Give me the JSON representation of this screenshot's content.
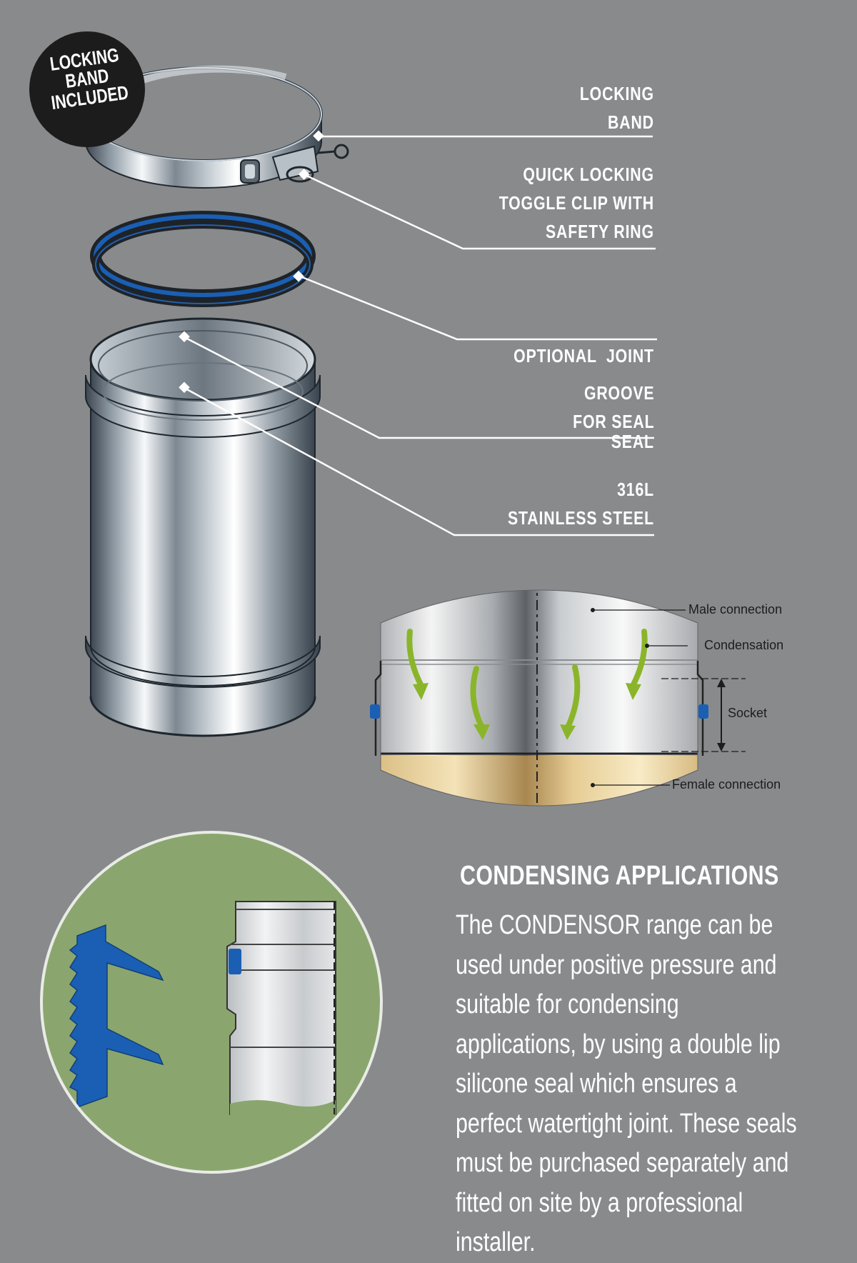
{
  "badge": {
    "lines": [
      "LOCKING",
      "BAND",
      "INCLUDED"
    ]
  },
  "callouts": {
    "locking_band": [
      "LOCKING",
      "BAND"
    ],
    "toggle_clip": [
      "QUICK LOCKING",
      "TOGGLE CLIP WITH",
      "SAFETY RING"
    ],
    "joint_seal": [
      "OPTIONAL  JOINT",
      "SEAL"
    ],
    "groove": [
      "GROOVE",
      "FOR SEAL"
    ],
    "steel": [
      "316L",
      "STAINLESS STEEL"
    ]
  },
  "joint_diagram": {
    "male": "Male connection",
    "condensation": "Condensation",
    "socket": "Socket",
    "female": "Female connection"
  },
  "section": {
    "heading": "CONDENSING APPLICATIONS",
    "body": "The CONDENSOR range can be used under positive pressure and suitable for condensing applications, by using a double lip silicone seal which ensures a perfect watertight joint. These seals must be purchased separately and fitted on site by a professional installer."
  },
  "colors": {
    "background": "#898a8c",
    "seal_blue": "#1a5fb4",
    "arrow_green": "#8ab52a",
    "detail_green": "#8aa66e",
    "female_tan": "#e6cc94"
  }
}
